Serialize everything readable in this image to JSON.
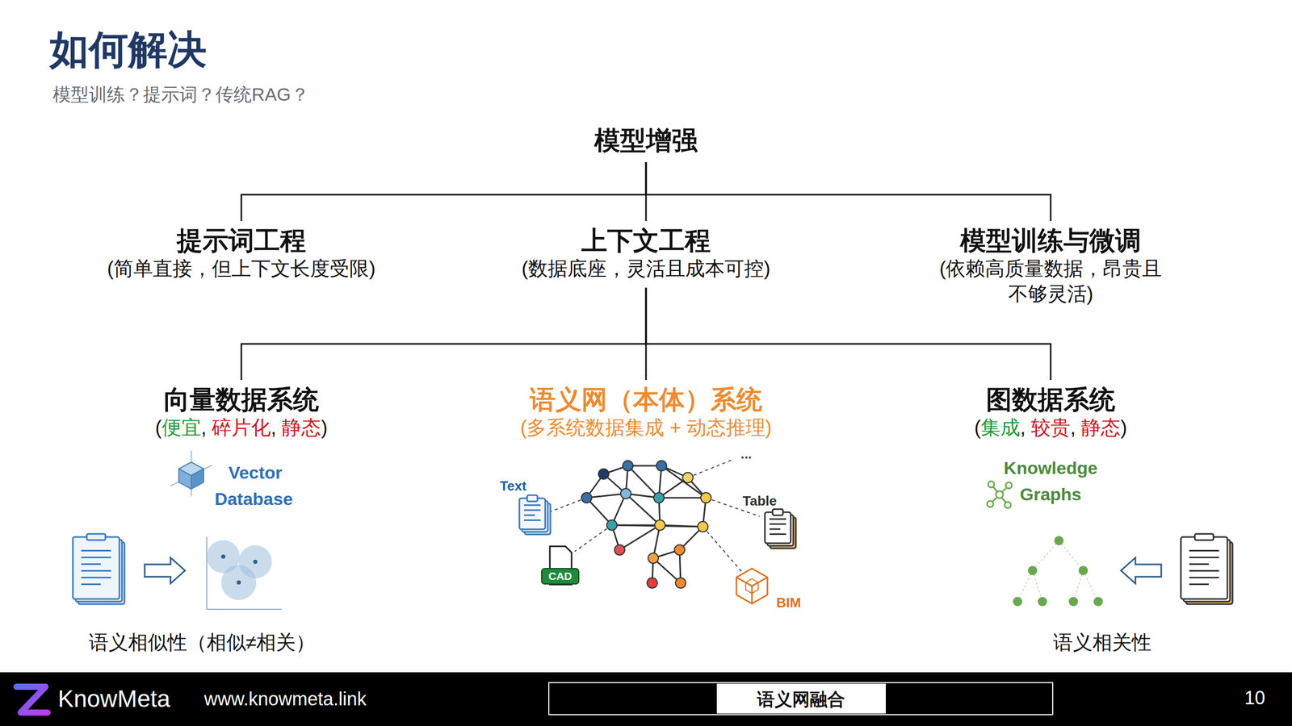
{
  "diagram": {
    "title": "如何解决",
    "nodes": [
      {
        "text": [
          "模型增强"
        ]
      },
      {
        "text": [
          "提示词工程",
          "(简单直接，但上下文长度受限)"
        ]
      },
      {
        "text": [
          "上下文工程",
          "(数据底座，灵活且成本可控)"
        ]
      },
      {
        "text": [
          "模型训练与微调",
          "(依赖高质量数据，昂贵且 不够灵活)"
        ]
      },
      {
        "text": [
          "向量数据系统",
          "(便宜, 碎片化, 静态)"
        ]
      },
      {
        "text": [
          "语义网（本体）系统",
          "(多系统数据集成 + 动态推理)"
        ]
      },
      {
        "text": [
          "图数据系统",
          "(集成, 较贵, 静态)"
        ]
      }
    ],
    "edges": [
      {
        "from": 0,
        "to": 1,
        "arrow": "none"
      },
      {
        "from": 0,
        "to": 2,
        "arrow": "none"
      },
      {
        "from": 0,
        "to": 3,
        "arrow": "none"
      },
      {
        "from": 2,
        "to": 4,
        "arrow": "none"
      },
      {
        "from": 2,
        "to": 5,
        "arrow": "none"
      },
      {
        "from": 2,
        "to": 6,
        "arrow": "none"
      }
    ],
    "labels": [
      "模型训练？提示词？传统RAG？",
      "Vector",
      "Database",
      "Text",
      "CAD",
      "Table",
      "BIM",
      "...",
      "Knowledge",
      "Graphs",
      "语义相似性（相似≠相关）",
      "语义相关性",
      "KnowMeta",
      "www.knowmeta.link",
      "语义网融合",
      "10"
    ]
  }
}
